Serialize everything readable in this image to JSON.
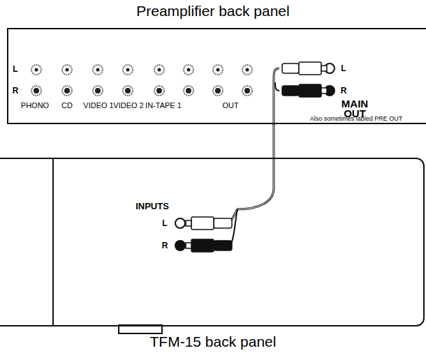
{
  "diagram": {
    "nodes": [
      {
        "text": [
          "Preamplifier back panel"
        ]
      },
      {
        "text": [
          "TFM-15 back panel"
        ]
      }
    ],
    "edges": [
      {
        "from": 0,
        "to": 1,
        "arrow": "none"
      }
    ],
    "labels": [
      "L",
      "R",
      "PHONO",
      "CD",
      "VIDEO 1",
      "VIDEO 2",
      "IN-TAPE 1",
      "OUT",
      "L",
      "R",
      "MAIN OUT",
      "Also sometimes labled PRE OUT",
      "INPUTS",
      "L",
      "R"
    ]
  }
}
